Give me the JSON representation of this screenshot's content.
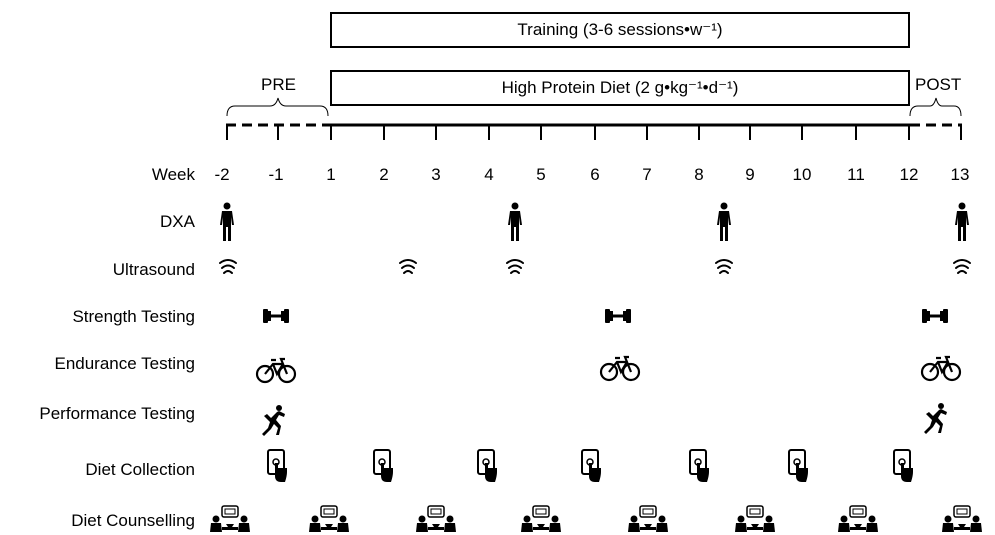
{
  "boxes": {
    "training": "Training (3-6 sessions•w⁻¹)",
    "diet": "High Protein Diet (2 g•kg⁻¹•d⁻¹)"
  },
  "phases": {
    "pre": "PRE",
    "post": "POST"
  },
  "timeline": {
    "week_label": "Week",
    "weeks": [
      "-2",
      "-1",
      "1",
      "2",
      "3",
      "4",
      "5",
      "6",
      "7",
      "8",
      "9",
      "10",
      "11",
      "12",
      "13"
    ]
  },
  "rows": [
    {
      "label": "DXA",
      "icon": "person-icon"
    },
    {
      "label": "Ultrasound",
      "icon": "ultrasound-waves-icon"
    },
    {
      "label": "Strength Testing",
      "icon": "dumbbell-icon"
    },
    {
      "label": "Endurance Testing",
      "icon": "bicycle-icon"
    },
    {
      "label": "Performance Testing",
      "icon": "sprinter-icon"
    },
    {
      "label": "Diet Collection",
      "icon": "tablet-touch-icon"
    },
    {
      "label": "Diet Counselling",
      "icon": "counselling-icon"
    }
  ]
}
